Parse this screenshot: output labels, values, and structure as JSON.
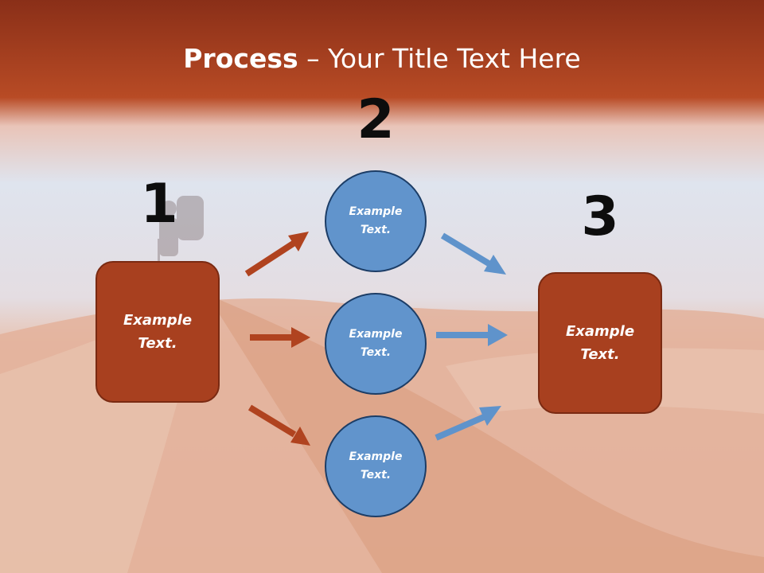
{
  "slide": {
    "title_bold": "Process",
    "title_rest": " – Your Title Text Here"
  },
  "steps": {
    "n1": "1",
    "n2": "2",
    "n3": "3"
  },
  "left_box": {
    "text": "Example\nText."
  },
  "right_box": {
    "text": "Example\nText."
  },
  "circles": [
    {
      "text": "Example\nText."
    },
    {
      "text": "Example\nText."
    },
    {
      "text": "Example\nText."
    }
  ],
  "colors": {
    "box": "#a8401f",
    "circle": "#6194cc",
    "arrow_red": "#b0431f",
    "arrow_blue": "#5f93cb",
    "header": "#a73f1f"
  }
}
